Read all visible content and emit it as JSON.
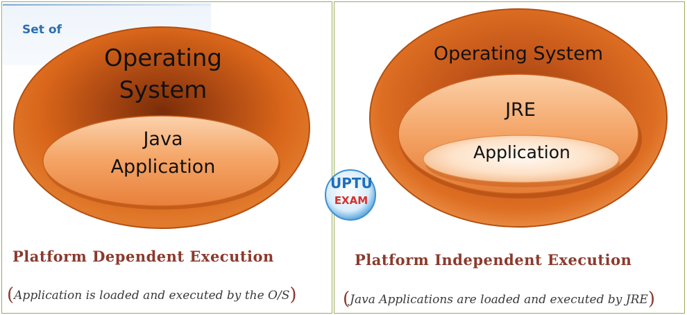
{
  "header": {
    "title": "Set of"
  },
  "left_panel": {
    "outer_label_line1": "Operating",
    "outer_label_line2": "System",
    "inner_label_line1": "Java",
    "inner_label_line2": "Application",
    "title": "Platform Dependent Execution",
    "caption": "Application is loaded and executed by the O/S"
  },
  "right_panel": {
    "outer_label": "Operating System",
    "middle_label": "JRE",
    "inner_label": "Application",
    "title": "Platform Independent Execution",
    "caption": "Java Applications are loaded and executed by JRE"
  },
  "logo": {
    "line1": "UPTU",
    "line2": "EXAM"
  },
  "colors": {
    "outer": "#d9661a",
    "outer_dark": "#8f3a0c",
    "inner": "#f29a55",
    "innermost": "#fde2c8",
    "title": "#8b3a2e",
    "frame": "#9bab5a"
  }
}
